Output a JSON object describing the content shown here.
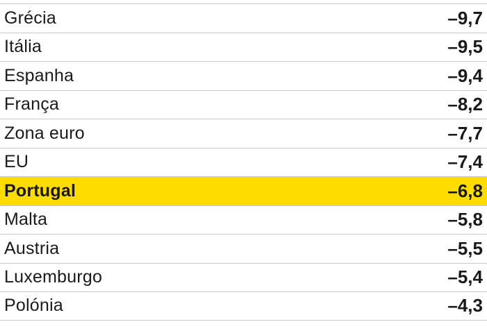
{
  "rows": [
    {
      "country": "Grécia",
      "value": "–9,7",
      "highlight": false
    },
    {
      "country": "Itália",
      "value": "–9,5",
      "highlight": false
    },
    {
      "country": "Espanha",
      "value": "–9,4",
      "highlight": false
    },
    {
      "country": "França",
      "value": "–8,2",
      "highlight": false
    },
    {
      "country": "Zona euro",
      "value": "–7,7",
      "highlight": false
    },
    {
      "country": "EU",
      "value": "–7,4",
      "highlight": false
    },
    {
      "country": "Portugal",
      "value": "–6,8",
      "highlight": true
    },
    {
      "country": "Malta",
      "value": "–5,8",
      "highlight": false
    },
    {
      "country": "Austria",
      "value": "–5,5",
      "highlight": false
    },
    {
      "country": "Luxemburgo",
      "value": "–5,4",
      "highlight": false
    },
    {
      "country": "Polónia",
      "value": "–4,3",
      "highlight": false
    }
  ],
  "colors": {
    "highlight": "#ffdc00",
    "divider": "#c8c8c8",
    "text": "#1a1a1a"
  }
}
